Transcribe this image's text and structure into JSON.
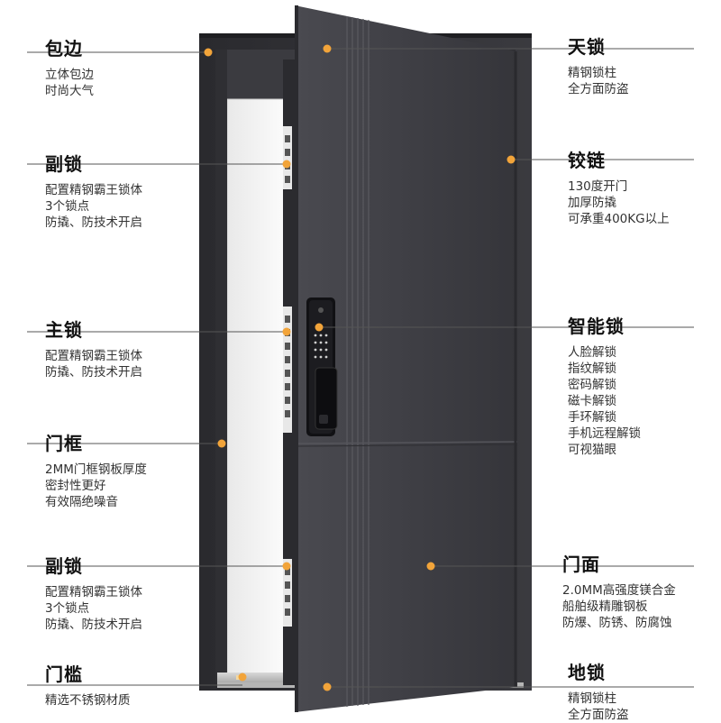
{
  "colors": {
    "accent_dot": "#f2a43a",
    "frame": "#2c2c30",
    "door_panel": "#3e3e43",
    "leader_line": "#555555"
  },
  "callouts_left": [
    {
      "id": "baobian",
      "title": "包边",
      "lines": [
        "立体包边",
        "时尚大气"
      ]
    },
    {
      "id": "fusuo-top",
      "title": "副锁",
      "lines": [
        "配置精钢霸王锁体",
        "3个锁点",
        "防撬、防技术开启"
      ]
    },
    {
      "id": "zhusuo",
      "title": "主锁",
      "lines": [
        "配置精钢霸王锁体",
        "防撬、防技术开启"
      ]
    },
    {
      "id": "menkuang",
      "title": "门框",
      "lines": [
        "2MM门框钢板厚度",
        "密封性更好",
        "有效隔绝噪音"
      ]
    },
    {
      "id": "fusuo-bottom",
      "title": "副锁",
      "lines": [
        "配置精钢霸王锁体",
        "3个锁点",
        "防撬、防技术开启"
      ]
    },
    {
      "id": "menkan",
      "title": "门槛",
      "lines": [
        "精选不锈钢材质"
      ]
    }
  ],
  "callouts_right": [
    {
      "id": "tiansuo",
      "title": "天锁",
      "lines": [
        "精钢锁柱",
        "全方面防盗"
      ]
    },
    {
      "id": "jiaolian",
      "title": "铰链",
      "lines": [
        "130度开门",
        "加厚防撬",
        "可承重400KG以上"
      ]
    },
    {
      "id": "zhinengsuo",
      "title": "智能锁",
      "lines": [
        "人脸解锁",
        "指纹解锁",
        "密码解锁",
        "磁卡解锁",
        "手环解锁",
        "手机远程解锁",
        "可视猫眼"
      ]
    },
    {
      "id": "menmian",
      "title": "门面",
      "lines": [
        "2.0MM高强度镁合金",
        "船舶级精雕钢板",
        "防爆、防锈、防腐蚀"
      ]
    },
    {
      "id": "disuo",
      "title": "地锁",
      "lines": [
        "精钢锁柱",
        "全方面防盗"
      ]
    }
  ]
}
